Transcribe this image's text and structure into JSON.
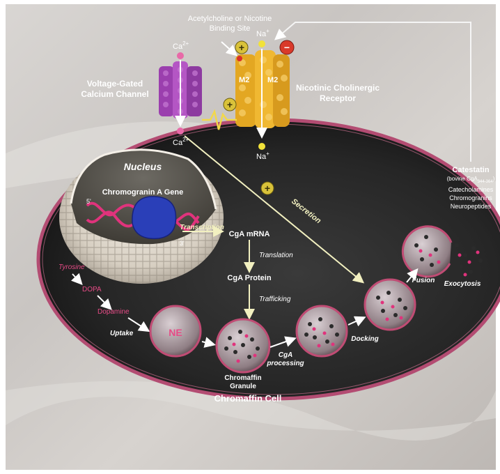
{
  "labels": {
    "binding_site_line1": "Acetylcholine or Nicotine",
    "binding_site_line2": "Binding Site",
    "na_top": "Na",
    "na_bottom": "Na",
    "ca_top": "Ca",
    "ca_inside": "Ca",
    "plus_sup": "+",
    "ca_sup": "2+",
    "vgcc_line1": "Voltage-Gated",
    "vgcc_line2": "Calcium Channel",
    "nachr_line1": "Nicotinic Cholinergic",
    "nachr_line2": "Receptor",
    "m2_left": "M2",
    "m2_right": "M2",
    "nucleus": "Nucleus",
    "gene": "Chromogranin A Gene",
    "five_prime": "5'",
    "three_prime": "3'",
    "transcription": "Transcription",
    "secretion": "Secretion",
    "cga_mrna": "CgA mRNA",
    "translation": "Translation",
    "cga_protein": "CgA Protein",
    "trafficking": "Trafficking",
    "tyrosine": "Tyrosine",
    "dopa": "DOPA",
    "dopamine": "Dopamine",
    "uptake": "Uptake",
    "ne": "NE",
    "granule_line1": "Chromaffin",
    "granule_line2": "Granule",
    "cga_processing_line1": "CgA",
    "cga_processing_line2": "processing",
    "docking": "Docking",
    "fusion": "Fusion",
    "exocytosis": "Exocytosis",
    "catestatin": "Catestatin",
    "catestatin_sub": "(bovine CgA",
    "catestatin_sub2": ")",
    "catecholamines": "Catecholamines",
    "chromogranins": "Chromogranins",
    "neuropeptides": "Neuropeptides",
    "cell": "Chromaffin Cell",
    "plus_sign": "+",
    "minus_sign": "−"
  },
  "colors": {
    "cell_body": "#2a2a2a",
    "membrane": "#c2557a",
    "calcium_channel": "#a54bb0",
    "nicotinic_receptor": "#e6ad2a",
    "dna": "#e0337c",
    "polymerase": "#2a3fb8",
    "granule": "#9c8a90",
    "arrow": "#f2f0c0",
    "plus_badge": "#d9c23a",
    "minus_badge": "#d93a2a"
  }
}
